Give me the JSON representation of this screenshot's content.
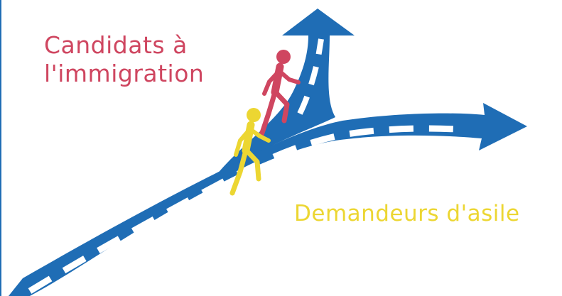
{
  "labels": {
    "immigration_line1": "Candidats à",
    "immigration_line2": "l'immigration",
    "asylum": "Demandeurs d'asile"
  },
  "colors": {
    "road": "#1f6db5",
    "lane_marking": "#ffffff",
    "immigration": "#cf4660",
    "asylum": "#ecd632",
    "background": "#ffffff"
  }
}
